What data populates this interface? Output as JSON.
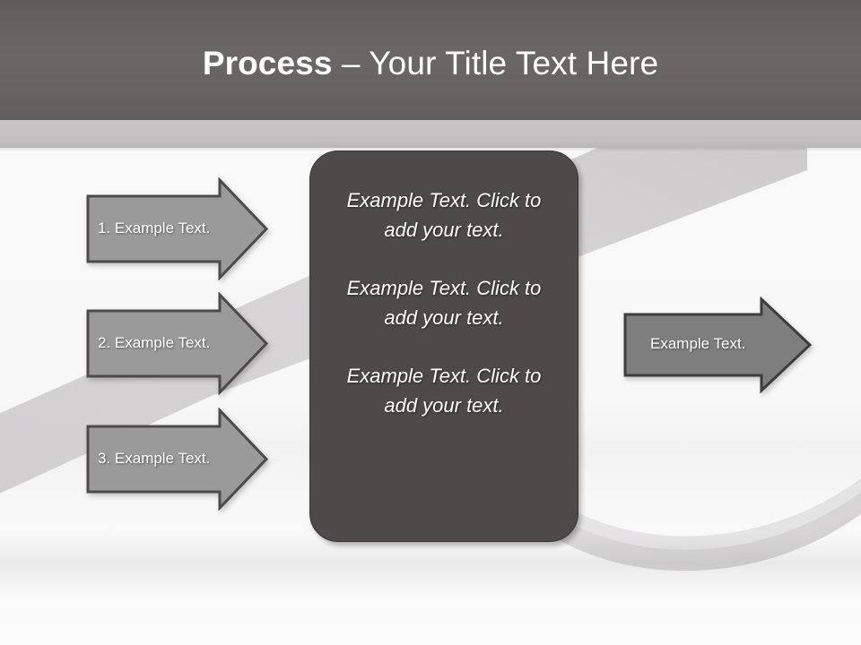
{
  "slide": {
    "title_bold": "Process",
    "title_rest": " – Your Title Text Here",
    "colors": {
      "header_band": "#6b6767",
      "header_strip": "#c2c0c1",
      "arrow_fill": "#9a9a9a",
      "arrow_stroke": "#4d4a49",
      "center_box_fill": "#4d4a49",
      "center_box_stroke": "#3a3837",
      "text_light": "#ffffff",
      "background": "#fafafa",
      "ribbon": "#d2d0d1"
    }
  },
  "left_arrows": [
    {
      "label": "1. Example Text."
    },
    {
      "label": "2. Example Text."
    },
    {
      "label": "3. Example Text."
    }
  ],
  "center_box": {
    "paragraphs": [
      "Example Text. Click  to add your text.",
      "Example Text. Click  to add your text.",
      "Example Text. Click  to add your text."
    ]
  },
  "right_arrow": {
    "label": "Example Text."
  }
}
